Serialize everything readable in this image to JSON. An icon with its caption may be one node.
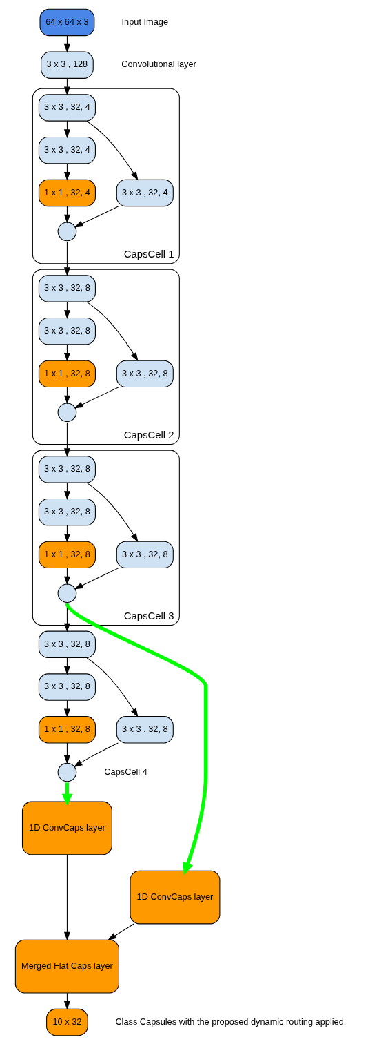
{
  "diagram": {
    "nodes": [
      {
        "text": [
          "64 x 64 x 3"
        ],
        "beside": [
          "Input Image"
        ]
      },
      {
        "text": [
          "3 x 3 , 128"
        ],
        "beside": [
          "Convolutional layer"
        ]
      },
      {
        "text": [
          "CapsCell 1"
        ]
      },
      {
        "text": [
          "3 x 3 , 32, 4"
        ],
        "in": 2
      },
      {
        "text": [
          "3 x 3 , 32, 4"
        ],
        "in": 2
      },
      {
        "text": [
          "1 x 1 , 32, 4"
        ],
        "in": 2
      },
      {
        "text": [
          "3 x 3 , 32, 4"
        ],
        "in": 2
      },
      {
        "text": [],
        "shape": "circle",
        "in": 2
      },
      {
        "text": [
          "CapsCell 2"
        ]
      },
      {
        "text": [
          "3 x 3 , 32, 8"
        ],
        "in": 8
      },
      {
        "text": [
          "3 x 3 , 32, 8"
        ],
        "in": 8
      },
      {
        "text": [
          "1 x 1 , 32, 8"
        ],
        "in": 8
      },
      {
        "text": [
          "3 x 3 , 32, 8"
        ],
        "in": 8
      },
      {
        "text": [],
        "shape": "circle",
        "in": 8
      },
      {
        "text": [
          "CapsCell 3"
        ]
      },
      {
        "text": [
          "3 x 3 , 32, 8"
        ],
        "in": 14
      },
      {
        "text": [
          "3 x 3 , 32, 8"
        ],
        "in": 14
      },
      {
        "text": [
          "1 x 1 , 32, 8"
        ],
        "in": 14
      },
      {
        "text": [
          "3 x 3 , 32, 8"
        ],
        "in": 14
      },
      {
        "text": [],
        "shape": "circle",
        "in": 14
      },
      {
        "text": [
          "3 x 3 , 32, 8"
        ]
      },
      {
        "text": [
          "3 x 3 , 32, 8"
        ]
      },
      {
        "text": [
          "1 x 1 , 32, 8"
        ]
      },
      {
        "text": [
          "3 x 3 , 32, 8"
        ]
      },
      {
        "text": [],
        "shape": "circle"
      },
      {
        "text": [
          "1D ConvCaps layer"
        ]
      },
      {
        "text": [
          "1D ConvCaps layer"
        ]
      },
      {
        "text": [
          "Merged Flat Caps layer"
        ]
      },
      {
        "text": [
          "10 x 32"
        ],
        "beside": [
          "Class Capsules with the proposed dynamic routing applied."
        ]
      }
    ],
    "edges": [
      {
        "from": 0,
        "to": 1,
        "arrow": "to"
      },
      {
        "from": 1,
        "to": 3,
        "arrow": "to"
      },
      {
        "from": 3,
        "to": 4,
        "arrow": "to"
      },
      {
        "from": 4,
        "to": 5,
        "arrow": "to"
      },
      {
        "from": 5,
        "to": 7,
        "arrow": "to"
      },
      {
        "from": 3,
        "to": 6,
        "arrow": "to"
      },
      {
        "from": 6,
        "to": 7,
        "arrow": "to"
      },
      {
        "from": 7,
        "to": 9,
        "arrow": "to"
      },
      {
        "from": 9,
        "to": 10,
        "arrow": "to"
      },
      {
        "from": 10,
        "to": 11,
        "arrow": "to"
      },
      {
        "from": 11,
        "to": 13,
        "arrow": "to"
      },
      {
        "from": 9,
        "to": 12,
        "arrow": "to"
      },
      {
        "from": 12,
        "to": 13,
        "arrow": "to"
      },
      {
        "from": 13,
        "to": 15,
        "arrow": "to"
      },
      {
        "from": 15,
        "to": 16,
        "arrow": "to"
      },
      {
        "from": 16,
        "to": 17,
        "arrow": "to"
      },
      {
        "from": 17,
        "to": 19,
        "arrow": "to"
      },
      {
        "from": 15,
        "to": 18,
        "arrow": "to"
      },
      {
        "from": 18,
        "to": 19,
        "arrow": "to"
      },
      {
        "from": 19,
        "to": 20,
        "arrow": "to"
      },
      {
        "from": 20,
        "to": 21,
        "arrow": "to"
      },
      {
        "from": 21,
        "to": 22,
        "arrow": "to"
      },
      {
        "from": 22,
        "to": 24,
        "arrow": "to"
      },
      {
        "from": 20,
        "to": 23,
        "arrow": "to"
      },
      {
        "from": 23,
        "to": 24,
        "arrow": "to"
      },
      {
        "from": 24,
        "to": 26,
        "arrow": "to",
        "style": "thick",
        "color": "#00ff00"
      },
      {
        "from": 19,
        "to": 25,
        "arrow": "to",
        "style": "thick",
        "color": "#00ff00"
      },
      {
        "from": 26,
        "to": 27,
        "arrow": "to"
      },
      {
        "from": 25,
        "to": 27,
        "arrow": "to"
      },
      {
        "from": 27,
        "to": 28,
        "arrow": "to"
      }
    ],
    "labels": [
      "CapsCell 4"
    ]
  }
}
